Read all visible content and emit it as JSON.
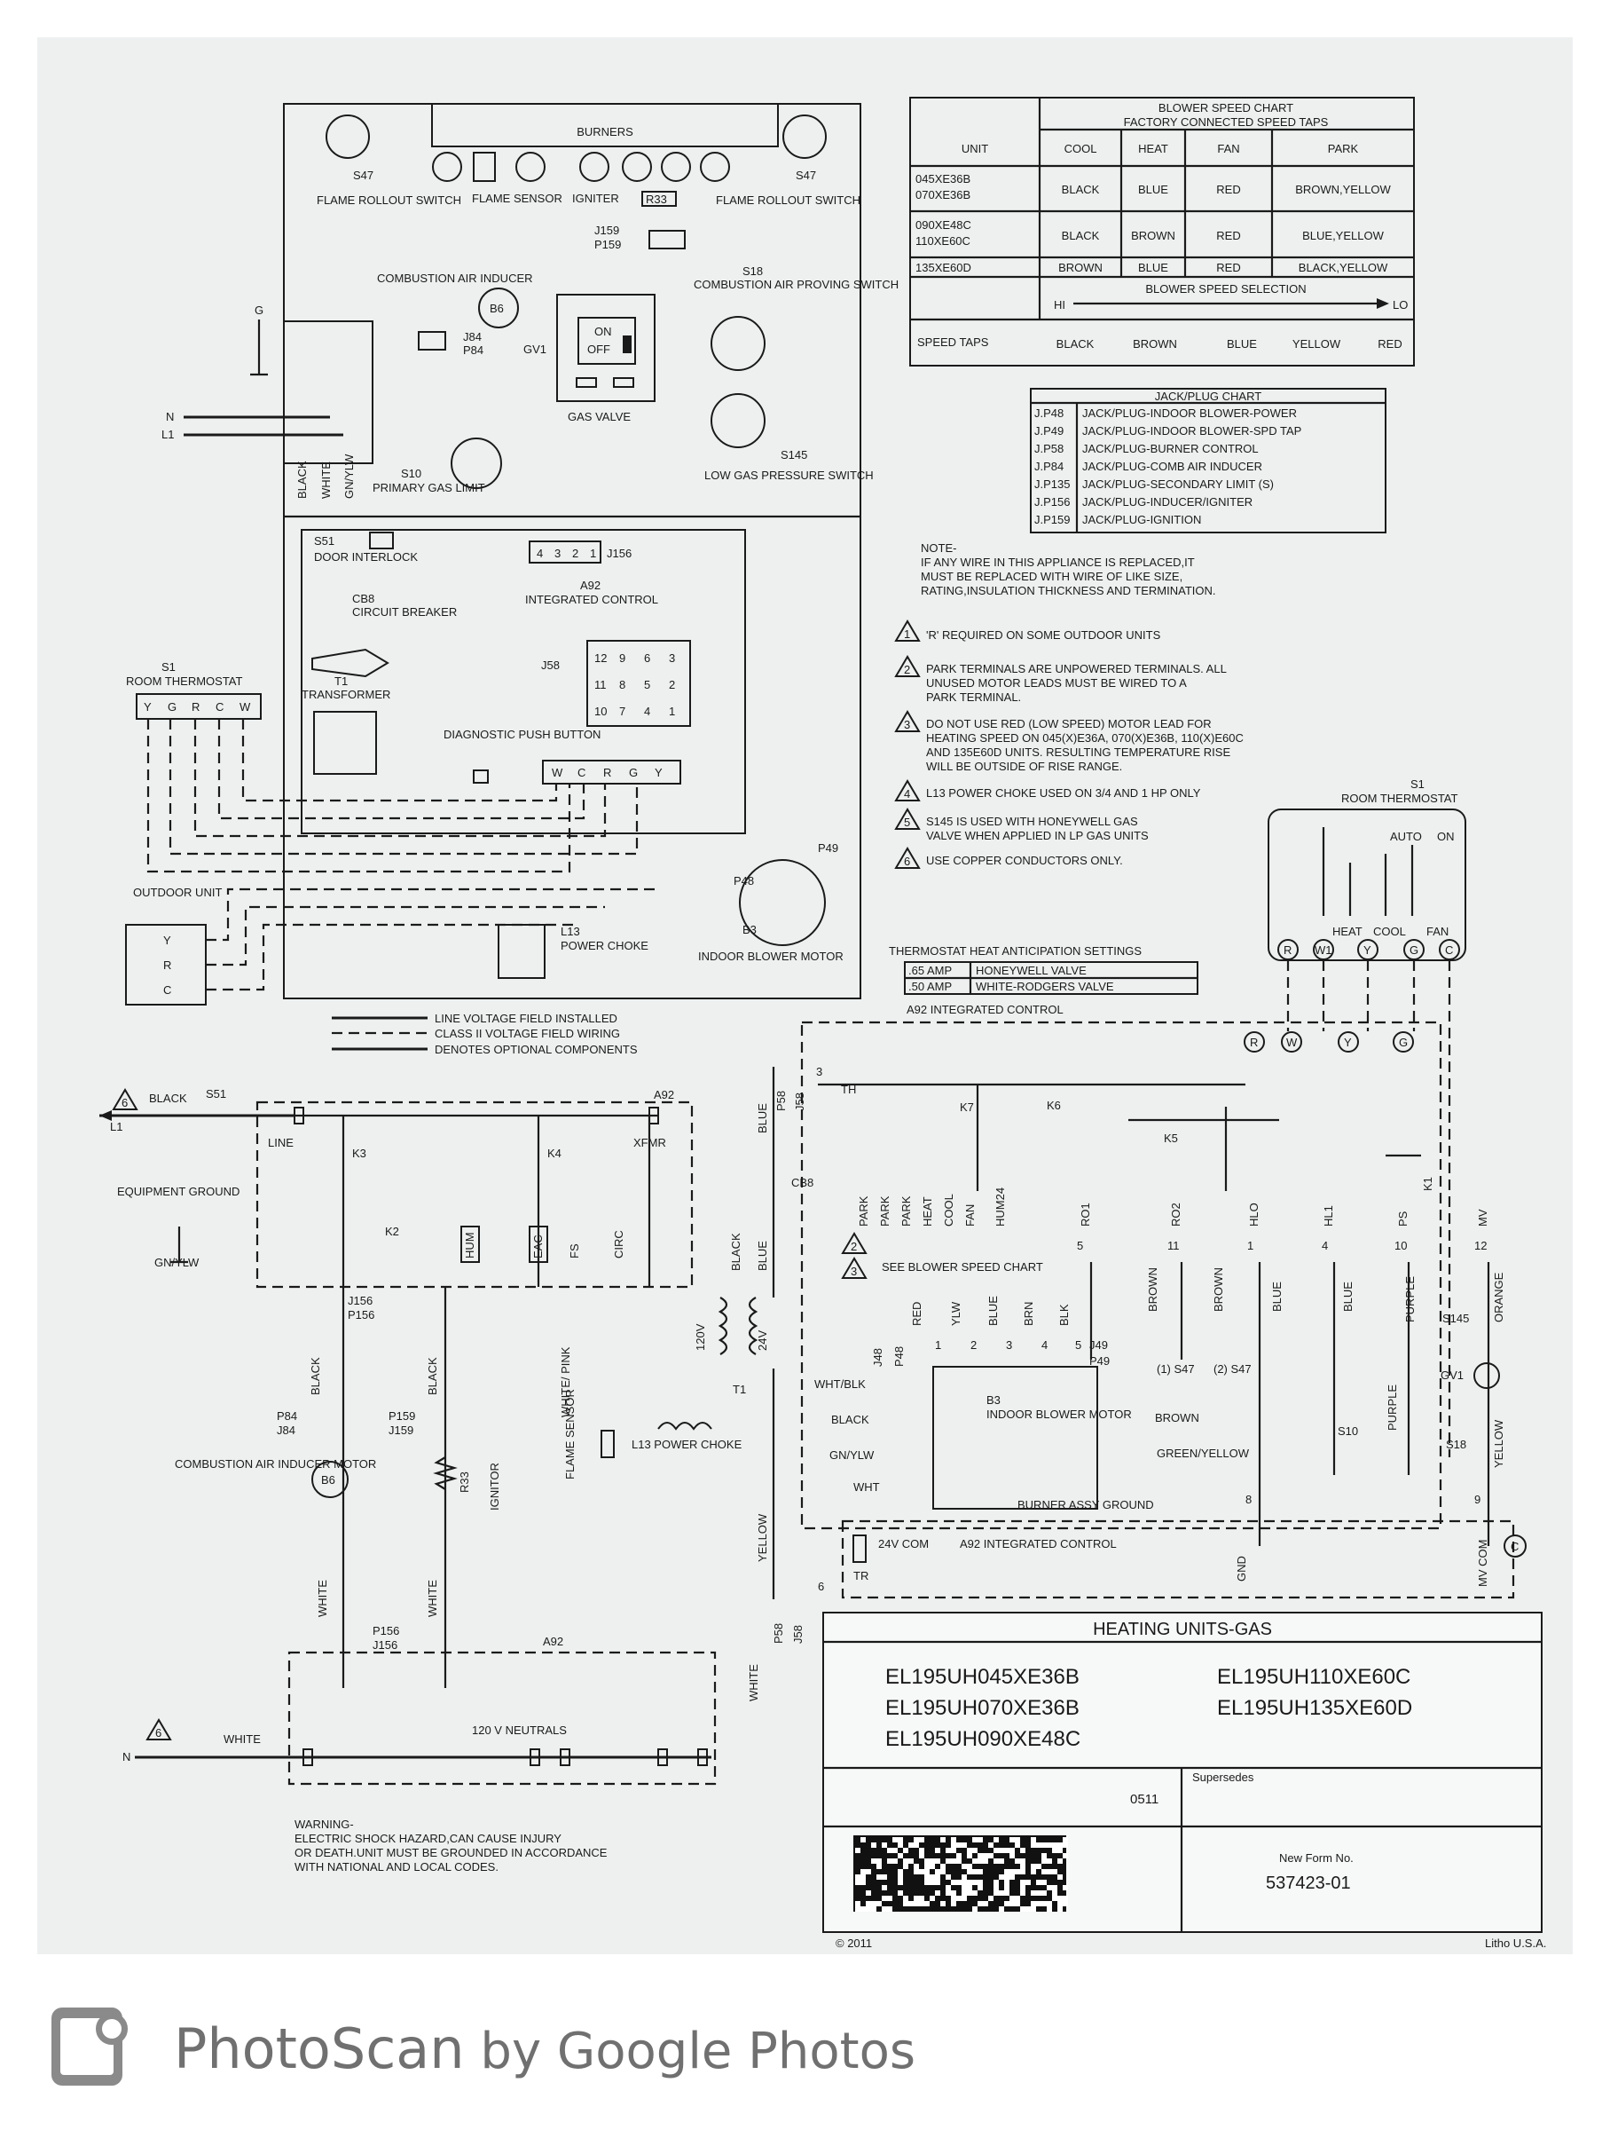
{
  "burners": {
    "title": "BURNERS",
    "s47_left": "S47",
    "rollout_left": "FLAME ROLLOUT SWITCH",
    "flame_sensor": "FLAME SENSOR",
    "igniter": "IGNITER",
    "r33": "R33",
    "s47_right": "S47",
    "rollout_right": "FLAME ROLLOUT SWITCH",
    "j159": "J159",
    "p159": "P159",
    "s18": "S18",
    "prove_sw": "COMBUSTION AIR PROVING SWITCH",
    "inducer": "COMBUSTION AIR INDUCER",
    "b6": "B6",
    "j84": "J84",
    "p84": "P84",
    "gv1": "GV1",
    "on": "ON",
    "off": "OFF",
    "gas_valve": "GAS VALVE",
    "s145": "S145",
    "low_gas": "LOW GAS PRESSURE SWITCH",
    "s10": "S10",
    "primary": "PRIMARY GAS LIMIT",
    "g": "G",
    "n": "N",
    "l1": "L1",
    "black": "BLACK",
    "white": "WHITE",
    "gnylw": "GN/YLW"
  },
  "control": {
    "s51": "S51",
    "door": "DOOR INTERLOCK",
    "cb8": "CB8",
    "breaker": "CIRCUIT BREAKER",
    "t1": "T1",
    "transformer": "TRANSFORMER",
    "j156_pins": [
      "4",
      "3",
      "2",
      "1"
    ],
    "j156": "J156",
    "a92": "A92",
    "integrated": "INTEGRATED CONTROL",
    "j58": "J58",
    "j58_pins": [
      "12",
      "9",
      "6",
      "3",
      "11",
      "8",
      "5",
      "2",
      "10",
      "7",
      "4",
      "1"
    ],
    "diag": "DIAGNOSTIC PUSH BUTTON",
    "term_row": [
      "W",
      "C",
      "R",
      "G",
      "Y"
    ],
    "s1": "S1",
    "room_tstat": "ROOM THERMOSTAT",
    "tstat_terms": [
      "Y",
      "G",
      "R",
      "C",
      "W"
    ],
    "outdoor": "OUTDOOR UNIT",
    "outdoor_terms": [
      "Y",
      "R",
      "C"
    ],
    "p48": "P48",
    "p49": "P49",
    "b3": "B3",
    "blower": "INDOOR BLOWER MOTOR",
    "l13": "L13",
    "choke": "POWER CHOKE"
  },
  "legend": {
    "line_voltage": "LINE VOLTAGE FIELD INSTALLED",
    "class2": "CLASS II VOLTAGE FIELD WIRING",
    "optional": "DENOTES OPTIONAL COMPONENTS"
  },
  "blower_chart": {
    "title1": "BLOWER SPEED CHART",
    "title2": "FACTORY CONNECTED SPEED TAPS",
    "headers": [
      "UNIT",
      "COOL",
      "HEAT",
      "FAN",
      "PARK"
    ],
    "rows": [
      {
        "units": "045XE36B\n070XE36B",
        "cool": "BLACK",
        "heat": "BLUE",
        "fan": "RED",
        "park": "BROWN,YELLOW"
      },
      {
        "units": "090XE48C\n110XE60C",
        "cool": "BLACK",
        "heat": "BROWN",
        "fan": "RED",
        "park": "BLUE,YELLOW"
      },
      {
        "units": "135XE60D",
        "cool": "BROWN",
        "heat": "BLUE",
        "fan": "RED",
        "park": "BLACK,YELLOW"
      }
    ],
    "selection": "BLOWER SPEED SELECTION",
    "hi": "HI",
    "lo": "LO",
    "speed_taps": "SPEED TAPS",
    "taps": [
      "BLACK",
      "BROWN",
      "BLUE",
      "YELLOW",
      "RED"
    ]
  },
  "jack_chart": {
    "title": "JACK/PLUG CHART",
    "rows": [
      {
        "id": "J.P48",
        "desc": "JACK/PLUG-INDOOR BLOWER-POWER"
      },
      {
        "id": "J.P49",
        "desc": "JACK/PLUG-INDOOR BLOWER-SPD TAP"
      },
      {
        "id": "J.P58",
        "desc": "JACK/PLUG-BURNER CONTROL"
      },
      {
        "id": "J.P84",
        "desc": "JACK/PLUG-COMB AIR INDUCER"
      },
      {
        "id": "J.P135",
        "desc": "JACK/PLUG-SECONDARY LIMIT (S)"
      },
      {
        "id": "J.P156",
        "desc": "JACK/PLUG-INDUCER/IGNITER"
      },
      {
        "id": "J.P159",
        "desc": "JACK/PLUG-IGNITION"
      }
    ]
  },
  "notes": {
    "note_title": "NOTE-",
    "note_lines": [
      "IF ANY WIRE IN THIS APPLIANCE IS REPLACED,IT",
      "MUST BE REPLACED WITH WIRE OF LIKE SIZE,",
      "RATING,INSULATION THICKNESS AND TERMINATION."
    ],
    "items": [
      {
        "num": "1",
        "lines": [
          "'R' REQUIRED ON SOME OUTDOOR UNITS"
        ]
      },
      {
        "num": "2",
        "lines": [
          "PARK TERMINALS ARE UNPOWERED TERMINALS. ALL",
          "UNUSED MOTOR LEADS MUST BE WIRED TO A",
          "PARK TERMINAL."
        ]
      },
      {
        "num": "3",
        "lines": [
          "DO NOT USE RED (LOW SPEED) MOTOR LEAD FOR",
          "HEATING SPEED ON 045(X)E36A, 070(X)E36B, 110(X)E60C",
          "AND 135E60D UNITS. RESULTING TEMPERATURE RISE",
          "WILL BE OUTSIDE OF RISE RANGE."
        ]
      },
      {
        "num": "4",
        "lines": [
          "L13 POWER CHOKE USED ON 3/4 AND 1 HP ONLY"
        ]
      },
      {
        "num": "5",
        "lines": [
          "S145 IS USED WITH HONEYWELL GAS",
          "VALVE WHEN APPLIED IN LP GAS UNITS"
        ]
      },
      {
        "num": "6",
        "lines": [
          "USE COPPER CONDUCTORS ONLY."
        ]
      }
    ]
  },
  "tstat_right": {
    "s1": "S1",
    "title": "ROOM THERMOSTAT",
    "auto": "AUTO",
    "on": "ON",
    "heat": "HEAT",
    "cool": "COOL",
    "fan": "FAN",
    "terms": [
      "R",
      "W1",
      "Y",
      "G",
      "C"
    ]
  },
  "anticipation": {
    "title": "THERMOSTAT HEAT ANTICIPATION SETTINGS",
    "rows": [
      {
        "amp": ".65 AMP",
        "valve": "HONEYWELL VALVE"
      },
      {
        "amp": ".50 AMP",
        "valve": "WHITE-RODGERS VALVE"
      }
    ]
  },
  "ladder": {
    "a92_control": "A92  INTEGRATED CONTROL",
    "terms_top": [
      "R",
      "W",
      "Y",
      "G"
    ],
    "black": "BLACK",
    "s51": "S51",
    "l1": "L1",
    "a92": "A92",
    "line": "LINE",
    "xfmr": "XFMR",
    "k3": "K3",
    "k4": "K4",
    "k2": "K2",
    "hum": "HUM",
    "eac": "EAC",
    "fs": "FS",
    "circ": "CIRC",
    "ground": "EQUIPMENT GROUND",
    "gnylw": "GN/YLW",
    "j156": "J156",
    "p156": "P156",
    "black_wire": "BLACK",
    "p84": "P84",
    "j84": "J84",
    "p159": "P159",
    "j159": "J159",
    "r33": "R33",
    "ignitor": "IGNITOR",
    "inducer_motor": "COMBUSTION AIR INDUCER MOTOR",
    "b6": "B6",
    "white": "WHITE",
    "neutrals": "120 V NEUTRALS",
    "n": "N",
    "white_pink": "WHITE/ PINK",
    "flame_sensor": "FLAME SENSOR",
    "l13": "L13 POWER CHOKE",
    "v120": "120V",
    "v24": "24V",
    "t1": "T1",
    "blue": "BLUE",
    "yellow": "YELLOW",
    "cb8": "CB8",
    "p58": "P58",
    "j58": "J58",
    "th": "TH",
    "k7": "K7",
    "k6": "K6",
    "k5": "K5",
    "k1": "K1",
    "taps": [
      "PARK",
      "PARK",
      "PARK",
      "HEAT",
      "COOL",
      "FAN",
      "HUM24",
      "RO1",
      "RO2",
      "HLO",
      "HL1",
      "PS",
      "MV"
    ],
    "pins_top": [
      "5",
      "11",
      "1",
      "4",
      "10",
      "12"
    ],
    "see_chart": "SEE BLOWER SPEED CHART",
    "motor_leads": [
      "RED",
      "YLW",
      "BLUE",
      "BRN",
      "BLK"
    ],
    "j48": "J48",
    "p48": "P48",
    "j49": "J49",
    "p49": "P49",
    "motor_pins": [
      "1",
      "2",
      "3",
      "4",
      "5"
    ],
    "wht_blk": "WHT/BLK",
    "blk": "BLACK",
    "gnylw2": "GN/YLW",
    "wht": "WHT",
    "b3": "B3",
    "indoor": "INDOOR BLOWER MOTOR",
    "brown": "BROWN",
    "s47a": "(1) S47",
    "s47b": "(2) S47",
    "green_yellow": "GREEN/YELLOW",
    "burner_gnd": "BURNER ASSY GROUND",
    "purple": "PURPLE",
    "orange": "ORANGE",
    "s145": "S145",
    "gv1": "GV1",
    "s10": "S10",
    "s18": "S18",
    "v24com": "24V COM",
    "tr": "TR",
    "a92_int": "A92 INTEGRATED CONTROL",
    "gnd": "GND",
    "mvcom": "MV COM",
    "c": "C",
    "pin8": "8",
    "pin9": "9",
    "pin6": "6",
    "pin3": "3",
    "warning_title": "WARNING-",
    "warning_lines": [
      "ELECTRIC SHOCK HAZARD,CAN CAUSE INJURY",
      "OR DEATH.UNIT MUST BE GROUNDED IN ACCORDANCE",
      "WITH NATIONAL AND LOCAL CODES."
    ]
  },
  "title_block": {
    "heading": "HEATING UNITS-GAS",
    "models_left": [
      "EL195UH045XE36B",
      "EL195UH070XE36B",
      "EL195UH090XE48C"
    ],
    "models_right": [
      "EL195UH110XE60C",
      "EL195UH135XE60D"
    ],
    "date": "0511",
    "supersedes": "Supersedes",
    "new_form": "New Form No.",
    "form_no": "537423-01",
    "copyright": "© 2011",
    "litho": "Litho U.S.A."
  },
  "footer": {
    "brand": "PhotoScan",
    "by": " by Google Photos"
  }
}
